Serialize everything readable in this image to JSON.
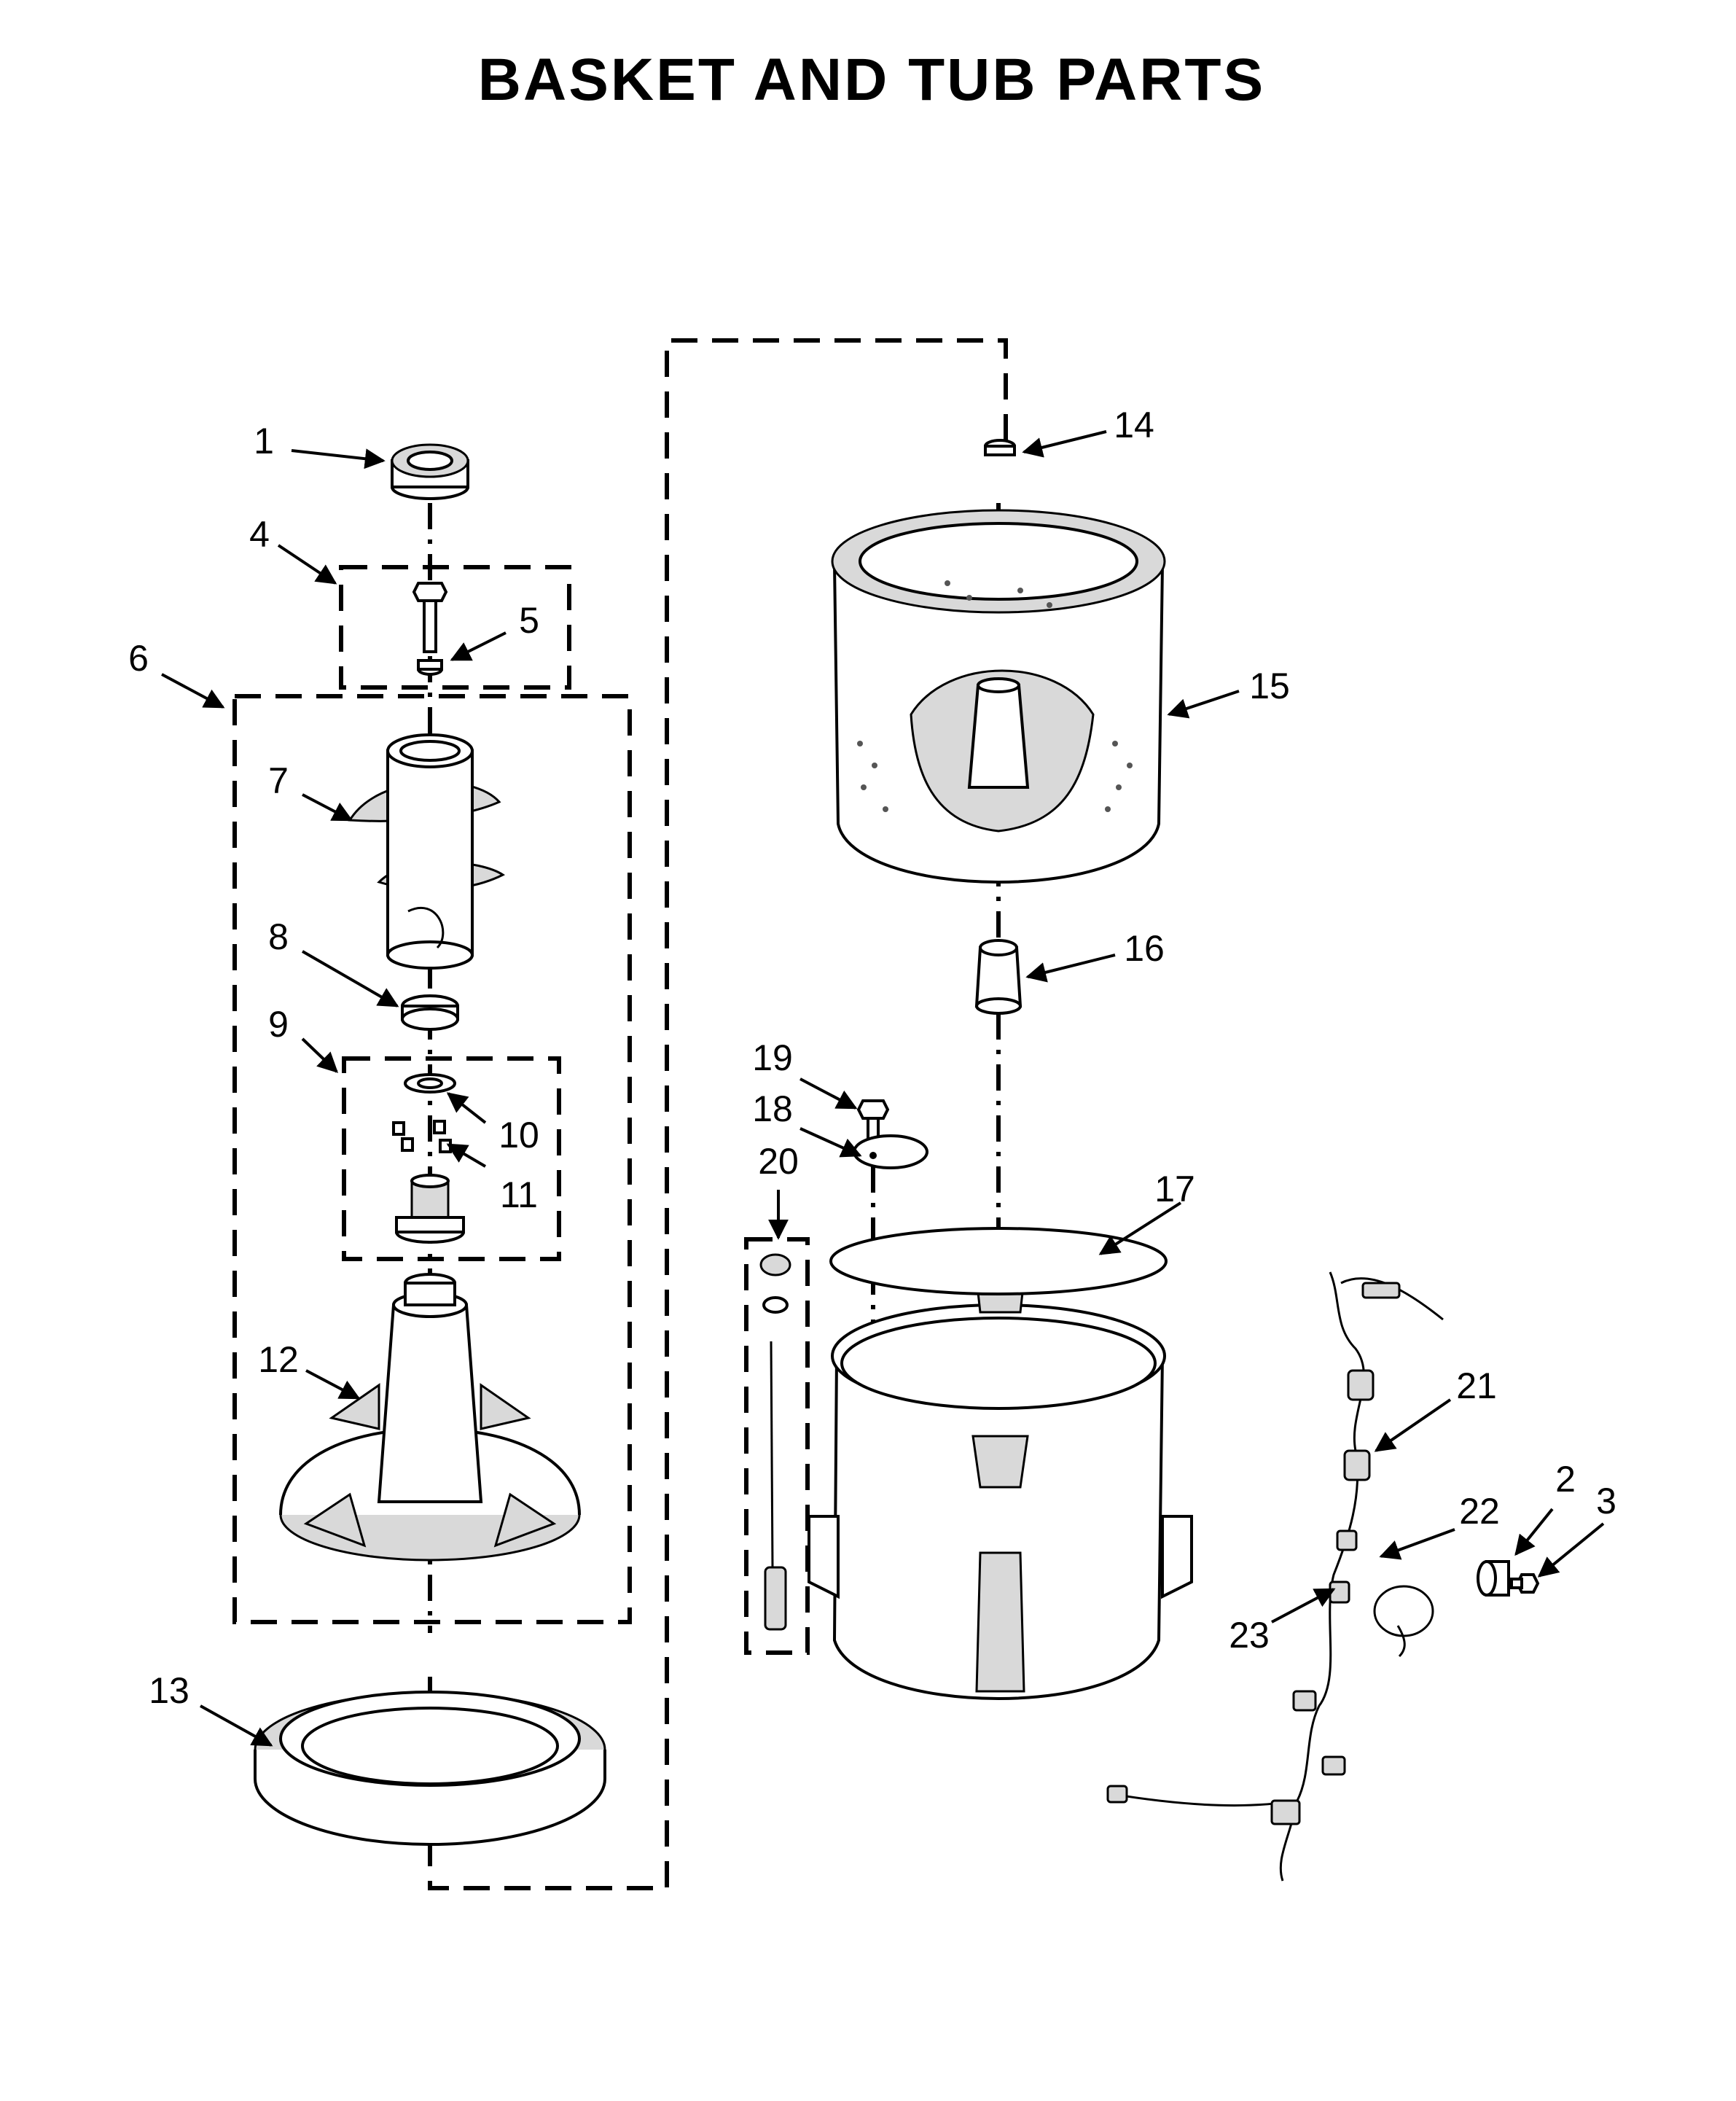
{
  "title": "BASKET AND TUB PARTS",
  "callouts": [
    "1",
    "2",
    "3",
    "4",
    "5",
    "6",
    "7",
    "8",
    "9",
    "10",
    "11",
    "12",
    "13",
    "14",
    "15",
    "16",
    "17",
    "18",
    "19",
    "20",
    "21",
    "22",
    "23"
  ]
}
